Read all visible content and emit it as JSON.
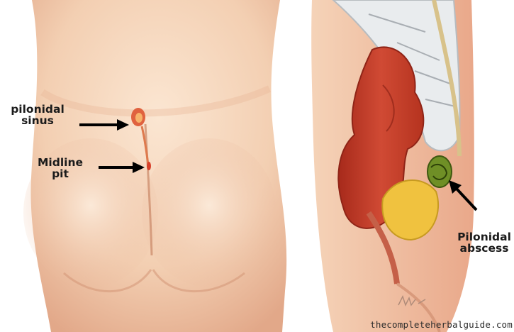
{
  "labels": {
    "pilonidal_sinus": [
      "pilonidal",
      "sinus"
    ],
    "midline_pit": [
      "Midline",
      "pit"
    ],
    "pilonidal_abscess": [
      "Pilonidal",
      "abscess"
    ]
  },
  "watermark": "thecompleteherbalguide.com",
  "colors": {
    "skin_light": "#f8ddc4",
    "skin_mid": "#eebd9d",
    "skin_shadow": "#d99a7c",
    "bowel": "#c8402e",
    "bowel_dark": "#8f2417",
    "bone": "#e7eaec",
    "fat": "#f0c23f",
    "abscess": "#7f9d2f",
    "arrow": "#000000"
  }
}
